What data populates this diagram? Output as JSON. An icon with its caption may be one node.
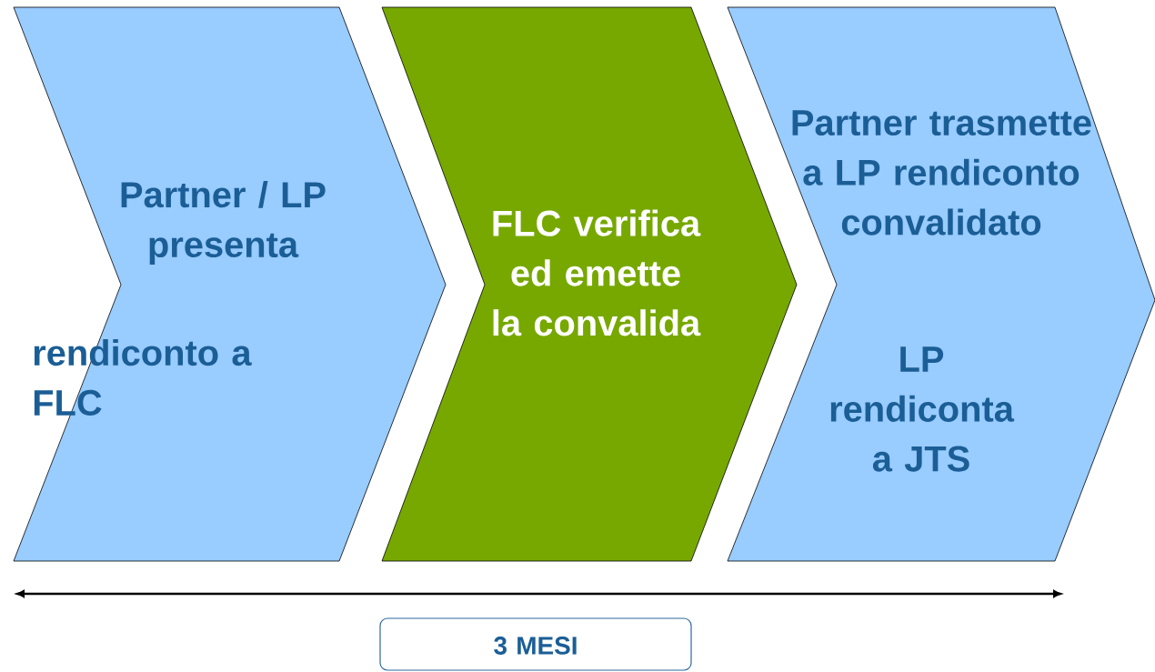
{
  "diagram": {
    "nodes": [
      {
        "text": [
          "Partner / LP presenta",
          "rendiconto a FLC"
        ]
      },
      {
        "text": [
          "FLC verifica ed emette la convalida"
        ]
      },
      {
        "text": [
          "Partner trasmette a LP rendiconto convalidato",
          "LP rendiconta a JTS"
        ]
      },
      {
        "text": [
          "3 MESI"
        ]
      }
    ]
  }
}
